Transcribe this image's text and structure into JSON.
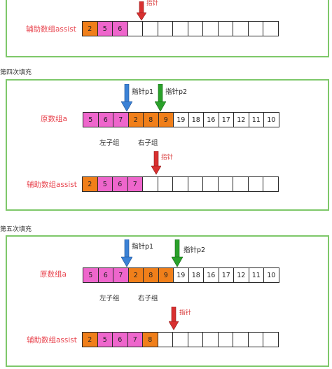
{
  "colors": {
    "border_green": "#7ec86a",
    "cell_pink": "#ee66cc",
    "cell_orange": "#f07f1a",
    "label_red": "#e8454f",
    "arrow_red": "#d93030",
    "arrow_blue": "#3b82d6",
    "arrow_green": "#2aa12a"
  },
  "top": {
    "assist_label": "辅助数组assist",
    "pointer_label": "指针",
    "assist": [
      {
        "v": "2",
        "c": "orange"
      },
      {
        "v": "5",
        "c": "pink"
      },
      {
        "v": "6",
        "c": "pink"
      },
      {
        "v": "",
        "c": "white"
      },
      {
        "v": "",
        "c": "white"
      },
      {
        "v": "",
        "c": "white"
      },
      {
        "v": "",
        "c": "white"
      },
      {
        "v": "",
        "c": "white"
      },
      {
        "v": "",
        "c": "white"
      },
      {
        "v": "",
        "c": "white"
      },
      {
        "v": "",
        "c": "white"
      },
      {
        "v": "",
        "c": "white"
      },
      {
        "v": "",
        "c": "white"
      }
    ]
  },
  "step4": {
    "title": "第四次填充",
    "p1_label": "指针p1",
    "p2_label": "指针p2",
    "array_label": "原数组a",
    "left_group": "左子组",
    "right_group": "右子组",
    "assist_label": "辅助数组assist",
    "pointer_label": "指针",
    "array": [
      {
        "v": "5",
        "c": "pink"
      },
      {
        "v": "6",
        "c": "pink"
      },
      {
        "v": "7",
        "c": "pink"
      },
      {
        "v": "2",
        "c": "orange"
      },
      {
        "v": "8",
        "c": "orange"
      },
      {
        "v": "9",
        "c": "orange"
      },
      {
        "v": "19",
        "c": "white"
      },
      {
        "v": "18",
        "c": "white"
      },
      {
        "v": "16",
        "c": "white"
      },
      {
        "v": "17",
        "c": "white"
      },
      {
        "v": "12",
        "c": "white"
      },
      {
        "v": "11",
        "c": "white"
      },
      {
        "v": "10",
        "c": "white"
      }
    ],
    "assist": [
      {
        "v": "2",
        "c": "orange"
      },
      {
        "v": "5",
        "c": "pink"
      },
      {
        "v": "6",
        "c": "pink"
      },
      {
        "v": "7",
        "c": "pink"
      },
      {
        "v": "",
        "c": "white"
      },
      {
        "v": "",
        "c": "white"
      },
      {
        "v": "",
        "c": "white"
      },
      {
        "v": "",
        "c": "white"
      },
      {
        "v": "",
        "c": "white"
      },
      {
        "v": "",
        "c": "white"
      },
      {
        "v": "",
        "c": "white"
      },
      {
        "v": "",
        "c": "white"
      },
      {
        "v": "",
        "c": "white"
      }
    ]
  },
  "step5": {
    "title": "第五次填充",
    "p1_label": "指针p1",
    "p2_label": "指针p2",
    "array_label": "原数组a",
    "left_group": "左子组",
    "right_group": "右子组",
    "assist_label": "辅助数组assist",
    "pointer_label": "指针",
    "array": [
      {
        "v": "5",
        "c": "pink"
      },
      {
        "v": "6",
        "c": "pink"
      },
      {
        "v": "7",
        "c": "pink"
      },
      {
        "v": "2",
        "c": "orange"
      },
      {
        "v": "8",
        "c": "orange"
      },
      {
        "v": "9",
        "c": "orange"
      },
      {
        "v": "19",
        "c": "white"
      },
      {
        "v": "18",
        "c": "white"
      },
      {
        "v": "16",
        "c": "white"
      },
      {
        "v": "17",
        "c": "white"
      },
      {
        "v": "12",
        "c": "white"
      },
      {
        "v": "11",
        "c": "white"
      },
      {
        "v": "10",
        "c": "white"
      }
    ],
    "assist": [
      {
        "v": "2",
        "c": "orange"
      },
      {
        "v": "5",
        "c": "pink"
      },
      {
        "v": "6",
        "c": "pink"
      },
      {
        "v": "7",
        "c": "pink"
      },
      {
        "v": "8",
        "c": "orange"
      },
      {
        "v": "",
        "c": "white"
      },
      {
        "v": "",
        "c": "white"
      },
      {
        "v": "",
        "c": "white"
      },
      {
        "v": "",
        "c": "white"
      },
      {
        "v": "",
        "c": "white"
      },
      {
        "v": "",
        "c": "white"
      },
      {
        "v": "",
        "c": "white"
      },
      {
        "v": "",
        "c": "white"
      }
    ]
  }
}
